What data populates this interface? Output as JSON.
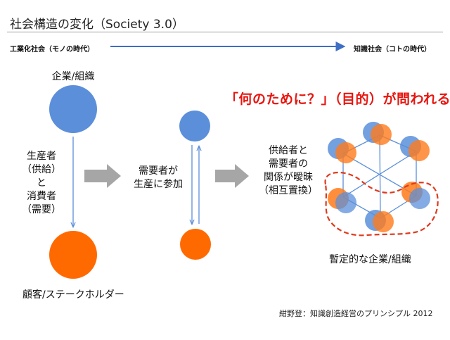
{
  "title": "社会構造の変化（Society 3.0）",
  "timeline": {
    "start_label": "工業化社会（モノの時代）",
    "end_label": "知識社会（コトの時代）"
  },
  "stage1": {
    "top_label": "企業/組織",
    "middle_label_lines": [
      "生産者",
      "（供給）",
      "と",
      "消費者",
      "（需要）"
    ],
    "bottom_label": "顧客/ステークホルダー"
  },
  "stage2": {
    "label_lines": [
      "需要者が",
      "生産に参加"
    ]
  },
  "stage3": {
    "headline": "「何のために？」（目的）が問われる",
    "label_lines": [
      "供給者と",
      "需要者の",
      "関係が曖昧",
      "（相互置換）"
    ],
    "bottom_label": "暫定的な企業/組織"
  },
  "credit": "紺野登：知識創造経営のプリンシプル 2012",
  "colors": {
    "supplier_blue": "#5b8fd9",
    "demand_orange": "#ff6a00",
    "headline_red": "#e8150f",
    "arrow_gray": "#a6a6a6",
    "timeline_blue": "#3d6fc4",
    "dash_red": "#e03a1e"
  }
}
